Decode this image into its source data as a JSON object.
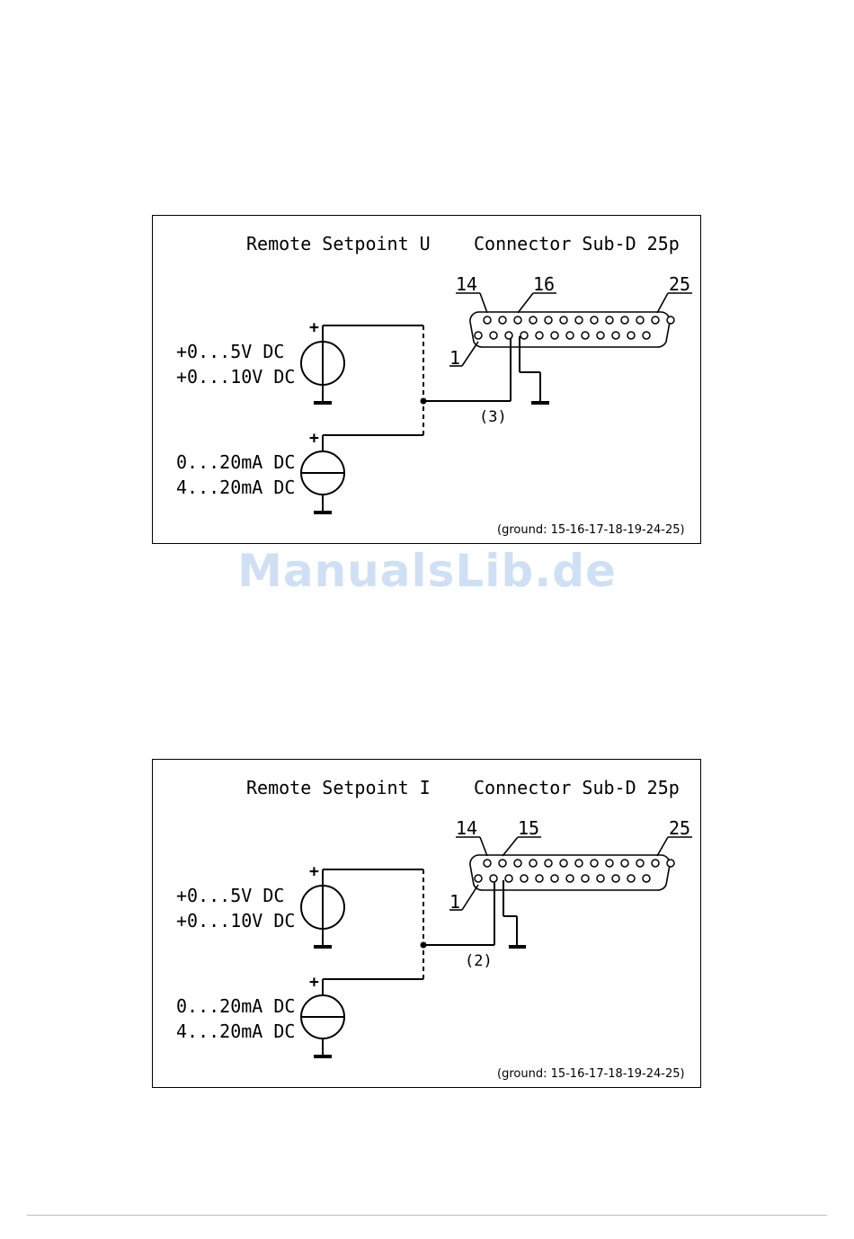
{
  "watermark": "ManualsLib.de",
  "diagrams": [
    {
      "title": "Remote Setpoint U",
      "connector": "Connector Sub-D 25p",
      "voltage_range_1": "+0...5V DC",
      "voltage_range_2": "+0...10V DC",
      "current_range_1": "0...20mA DC",
      "current_range_2": "4...20mA DC",
      "pin_first_row_start": "14",
      "pin_signal_top": "16",
      "pin_last": "25",
      "pin_one": "1",
      "signal_pin_ref": "(3)",
      "ground_note": "(ground: 15-16-17-18-19-24-25)",
      "plus_sign": "+"
    },
    {
      "title": "Remote Setpoint I",
      "connector": "Connector Sub-D 25p",
      "voltage_range_1": "+0...5V DC",
      "voltage_range_2": "+0...10V DC",
      "current_range_1": "0...20mA DC",
      "current_range_2": "4...20mA DC",
      "pin_first_row_start": "14",
      "pin_signal_top": "15",
      "pin_last": "25",
      "pin_one": "1",
      "signal_pin_ref": "(2)",
      "ground_note": "(ground: 15-16-17-18-19-24-25)",
      "plus_sign": "+"
    }
  ]
}
